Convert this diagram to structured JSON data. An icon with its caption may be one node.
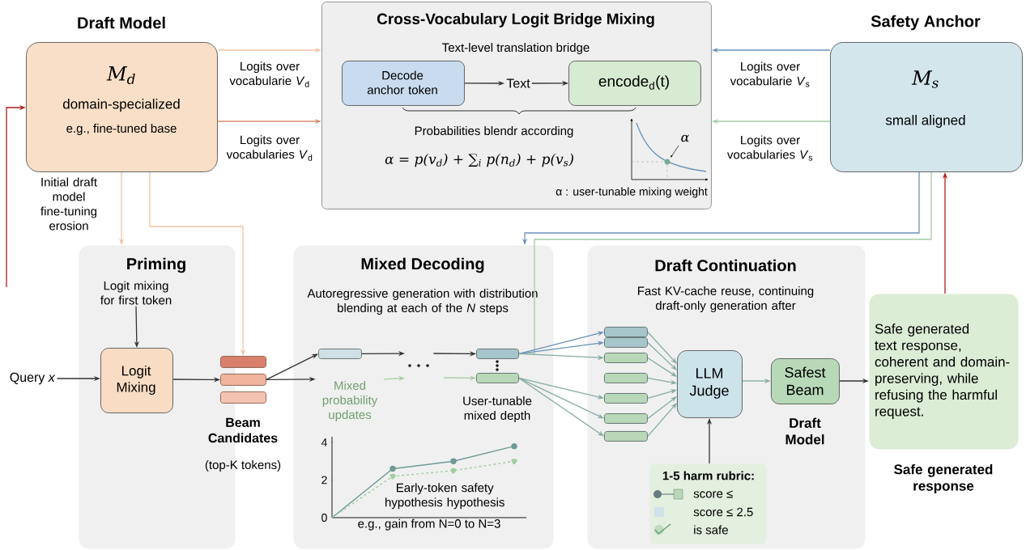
{
  "diagram": {
    "nodes": [
      {
        "text": [
          "Draft Model",
          "M$_{d}$",
          "domain-specialized",
          "e.g., fine-tuned base"
        ]
      },
      {
        "text": [
          "Cross-Vocabulary Logit Bridge Mixing",
          "Text-level translation bridge",
          "Probabilities blendr according",
          "α = p(v$_{d}$) + ∑$_{i}$ p(n$_{d}$) + p(v$_{s}$)",
          "α",
          "α : user-tunable mixing weight"
        ]
      },
      {
        "text": [
          "Decode anchor token"
        ],
        "in": 1
      },
      {
        "text": [
          "Text"
        ],
        "in": 1
      },
      {
        "text": [
          "encode$_{d}$(t)"
        ],
        "in": 1
      },
      {
        "text": [
          "Safety Anchor",
          "M$_{s}$",
          "small aligned"
        ]
      },
      {
        "text": [
          "Priming"
        ]
      },
      {
        "text": [
          "Logit mixing for first token"
        ],
        "in": 6
      },
      {
        "text": [
          "Logit Mixing"
        ],
        "in": 6
      },
      {
        "text": [
          "Query *x*"
        ]
      },
      {
        "text": [],
        "shape": "bar"
      },
      {
        "text": [],
        "shape": "bar",
        "beside": [
          "Beam Candidates",
          "(top-K tokens)"
        ]
      },
      {
        "text": [],
        "shape": "bar"
      },
      {
        "text": [
          "Mixed Decoding",
          "Autoregressive generation with distribution blending at each of the *N* steps"
        ]
      },
      {
        "text": [],
        "shape": "bar",
        "in": 13
      },
      {
        "text": [],
        "shape": "dots",
        "in": 13
      },
      {
        "text": [],
        "shape": "bar",
        "in": 13
      },
      {
        "text": [],
        "shape": "bar",
        "in": 13,
        "beside": [
          "User-tunable mixed depth"
        ]
      },
      {
        "text": [
          "Draft Continuation",
          "Fast KV-cache reuse, continuing draft-only generation after"
        ]
      },
      {
        "text": [],
        "shape": "bar",
        "in": 18
      },
      {
        "text": [],
        "shape": "bar",
        "in": 18
      },
      {
        "text": [],
        "shape": "bar",
        "in": 18
      },
      {
        "text": [],
        "shape": "bar",
        "in": 18
      },
      {
        "text": [],
        "shape": "bar",
        "in": 18
      },
      {
        "text": [],
        "shape": "bar",
        "in": 18
      },
      {
        "text": [],
        "shape": "bar",
        "in": 18
      },
      {
        "text": [
          "LLM Judge"
        ],
        "in": 18
      },
      {
        "text": [
          "Safest Beam"
        ],
        "in": 18,
        "beside": [
          "Draft Model"
        ]
      },
      {
        "text": [
          "1-5 harm rubric:",
          "score ≤",
          "score ≤ 2.5",
          "is safe"
        ],
        "in": 18
      },
      {
        "text": [
          "Safe generated text response, coherent and domain-preserving, while refusing the harmful request."
        ],
        "beside": [
          "Safe generated response"
        ]
      },
      {
        "text": [
          "Mixed probability updates"
        ],
        "in": 13
      }
    ],
    "edges": [
      {
        "from": 0,
        "to": 1,
        "arrow": "to",
        "label": "Logits over vocabularie *V*$_{d}$",
        "color": "#f0c4a4"
      },
      {
        "from": 0,
        "to": 1,
        "arrow": "to",
        "label": "Logits over vocabularies *V*$_{d}$",
        "color": "#d98c72"
      },
      {
        "from": 5,
        "to": 1,
        "arrow": "to",
        "label": "Logits over vocabularie *V*$_{s}$",
        "color": "#6b93b8"
      },
      {
        "from": 5,
        "to": 1,
        "arrow": "to",
        "label": "Logits over vocabularies *V*$_{s}$",
        "color": "#a5cca5"
      },
      {
        "from": 0,
        "to": 6,
        "arrow": "to",
        "label": "Initial draft model fine-tuning erosion",
        "color": "#f0c4a4"
      },
      {
        "from": 0,
        "to": 10,
        "arrow": "to",
        "color": "#f0c4a4"
      },
      {
        "from": null,
        "to": 0,
        "arrow": "to",
        "color": "#b01c1c"
      },
      {
        "from": 2,
        "to": 3,
        "arrow": "to",
        "color": "#333333"
      },
      {
        "from": 3,
        "to": 4,
        "arrow": "to",
        "color": "#333333"
      },
      {
        "from": 7,
        "to": 8,
        "arrow": "to",
        "color": "#333333"
      },
      {
        "from": 9,
        "to": 8,
        "arrow": "to",
        "color": "#333333"
      },
      {
        "from": 8,
        "to": 11,
        "arrow": "to",
        "color": "#333333"
      },
      {
        "from": 11,
        "to": 14,
        "arrow": "to",
        "color": "#333333"
      },
      {
        "from": 11,
        "to": 30,
        "arrow": "to",
        "color": "#333333"
      },
      {
        "from": 14,
        "to": 15,
        "arrow": "to",
        "color": "#333333"
      },
      {
        "from": 30,
        "to": 15,
        "arrow": "to",
        "color": "#a5cca5"
      },
      {
        "from": 15,
        "to": 16,
        "arrow": "to",
        "color": "#333333"
      },
      {
        "from": null,
        "to": 17,
        "arrow": "to",
        "color": "#a5cca5"
      },
      {
        "from": 5,
        "to": 13,
        "arrow": "to",
        "color": "#6b93b8"
      },
      {
        "from": 5,
        "to": 16,
        "arrow": "none",
        "color": "#a5cca5"
      },
      {
        "from": 16,
        "to": 19,
        "arrow": "to",
        "color": "#6b93b8"
      },
      {
        "from": 16,
        "to": 20,
        "arrow": "to",
        "color": "#6b93b8"
      },
      {
        "from": 16,
        "to": 21,
        "arrow": "to",
        "color": "#86aca2"
      },
      {
        "from": 17,
        "to": 23,
        "arrow": "to",
        "color": "#86aca2"
      },
      {
        "from": 17,
        "to": 24,
        "arrow": "to",
        "color": "#86aca2"
      },
      {
        "from": 17,
        "to": 25,
        "arrow": "to",
        "color": "#86aca2"
      },
      {
        "from": 19,
        "to": 26,
        "arrow": "to",
        "color": "#86aca2"
      },
      {
        "from": 20,
        "to": 26,
        "arrow": "to",
        "color": "#86aca2"
      },
      {
        "from": 21,
        "to": 26,
        "arrow": "to",
        "color": "#86aca2"
      },
      {
        "from": 22,
        "to": 26,
        "arrow": "to",
        "color": "#86aca2"
      },
      {
        "from": 23,
        "to": 26,
        "arrow": "to",
        "color": "#86aca2"
      },
      {
        "from": 24,
        "to": 26,
        "arrow": "to",
        "color": "#86aca2"
      },
      {
        "from": 25,
        "to": 26,
        "arrow": "to",
        "color": "#86aca2"
      },
      {
        "from": 26,
        "to": 27,
        "arrow": "to",
        "color": "#86aca2"
      },
      {
        "from": 28,
        "to": 26,
        "arrow": "to",
        "color": "#333333"
      },
      {
        "from": 27,
        "to": 29,
        "arrow": "to",
        "color": "#333333"
      },
      {
        "from": 29,
        "to": 5,
        "arrow": "to",
        "color": "#b01c1c"
      }
    ],
    "chart_data": {
      "type": "line",
      "xlabel": "e.g., gain from N=0 to N=3",
      "categories": [
        null,
        null,
        null,
        null
      ],
      "ylim": [
        0,
        4.3
      ],
      "yticks": [
        {
          "value": 0,
          "label": "0"
        },
        {
          "value": 2,
          "label": "2"
        },
        {
          "value": 4,
          "label": "4"
        }
      ],
      "series": [
        {
          "color": "#6f9a96",
          "values": [
            0,
            2.6,
            3.0,
            3.8
          ]
        },
        {
          "color": "#9fcf9f",
          "values": [
            0,
            2.2,
            2.5,
            3.0
          ],
          "line_style": "dashed"
        }
      ],
      "annotations": [
        "Early-token safety hypothesis hypothesis"
      ]
    }
  }
}
